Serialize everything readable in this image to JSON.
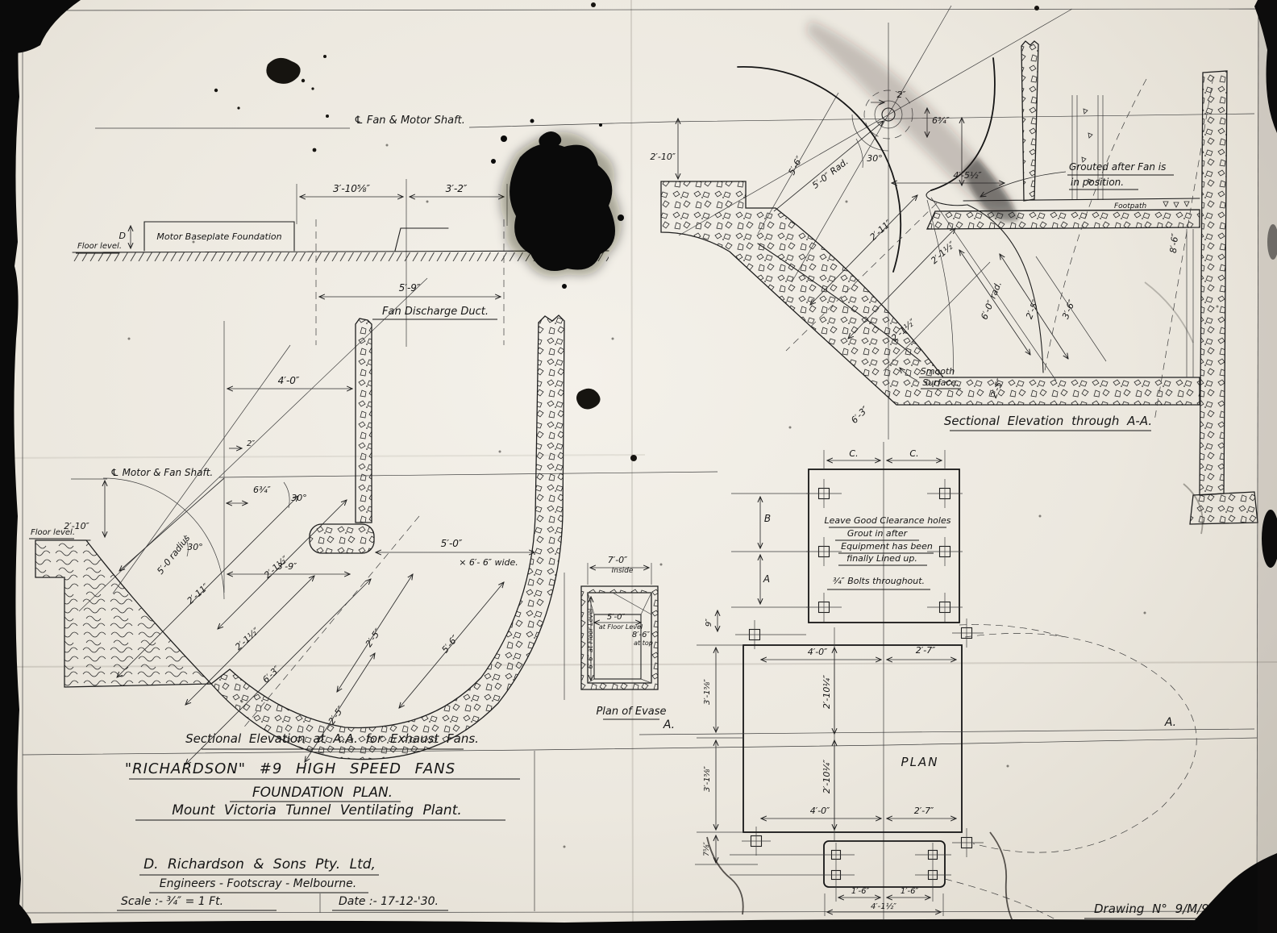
{
  "colors": {
    "paper": "#ECE8E0",
    "ink": "#1B1B1B"
  },
  "title_block": {
    "line1": "\"RICHARDSON\" #9 HIGH SPEED FANS",
    "line2": "FOUNDATION PLAN.",
    "line3": "Mount Victoria Tunnel Ventilating Plant.",
    "company1": "D. Richardson & Sons Pty. Ltd,",
    "company2": "Engineers - Footscray - Melbourne.",
    "scale": "Scale :- ¾″ = 1 Ft.",
    "date": "Date :- 17-12-'30.",
    "drawing_no": "Drawing N° 9/M/9"
  },
  "v1": {
    "centerline": "℄ Fan & Motor Shaft.",
    "dim_a": "3′-10⅝″",
    "dim_b": "3′-2″",
    "foundation": "Motor Baseplate Foundation",
    "d_label": "D",
    "floor": "Floor level.",
    "duct_dim": "5′-9″",
    "duct_label": "Fan Discharge Duct."
  },
  "v2": {
    "caption": "Sectional Elevation through A-A.",
    "dim_2": "2″",
    "dim_634": "6¾″",
    "dim_210": "2′-10″",
    "angle_30": "30°",
    "dim_56": "5′-6″",
    "rad_50": "5′-0″ Rad.",
    "dim_4505": "4′-5½″",
    "grout1": "Grouted after Fan is",
    "grout2": "in position.",
    "footpath": "Footpath",
    "dim_211": "2′-11″",
    "dim_2105a": "2′-1½″",
    "dim_2105b": "2′-1½″",
    "rad_60": "6′-0″ rad.",
    "dim_25a": "2′-5″",
    "dim_36": "3′-6″",
    "dim_25b": "2′-5″",
    "dim_63": "6′-3″",
    "smooth1": "Smooth",
    "smooth2": "Surface.",
    "rad_86": "8′-6″"
  },
  "v3": {
    "caption": "Sectional Elevation at A.A. for Exhaust Fans.",
    "centerline": "℄ Motor & Fan Shaft.",
    "dim_40": "4′-0″",
    "dim_2": "2″",
    "dim_634": "6¾″",
    "angle_30a": "30°",
    "angle_30b": "30°",
    "dim_210": "2′-10″",
    "rad_50": "5′-0 radius",
    "floor": "Floor level.",
    "dim_39": "3′-9″",
    "dim_50": "5′-0″",
    "wide": "× 6′- 6″ wide.",
    "dim_211": "2′-11″",
    "dim_2105a": "2′-1½″",
    "dim_2105b": "2′-1½″",
    "dim_63": "6′-3″",
    "dim_25a": "2′-5″",
    "dim_25b": "2′-5″",
    "dim_56": "5′-6″"
  },
  "v4": {
    "caption": "Plan of Evase",
    "dim_70": "7′-0″",
    "inside": "Inside",
    "dim_50": "5′-0″",
    "at_floor": "at Floor Level",
    "dim_86": "8′-6″",
    "at_top": "at top",
    "dim_66": "6′-6″ at Floor Level"
  },
  "v5": {
    "caption": "PLAN",
    "c1": "C.",
    "c2": "C.",
    "b": "B",
    "a": "A",
    "a_left": "A.",
    "a_right": "A.",
    "dim_9": "9″",
    "note1": "Leave Good Clearance holes",
    "note2": "Grout in after",
    "note3": "Equipment has been",
    "note4": "finally Lined up.",
    "note_bolts": "¾″ Bolts throughout.",
    "dim_40t": "4′-0″",
    "dim_27t": "2′-7″",
    "dim_2104a": "2′-10¼″",
    "dim_2104b": "2′-10¼″",
    "dim_3158a": "3′-1⅝″",
    "dim_3158b": "3′-1⅝″",
    "dim_758": "7⅝″",
    "dim_40b": "4′-0″",
    "dim_27b": "2′-7″",
    "dim_16a": "1′-6″",
    "dim_16b": "1′-6″",
    "dim_overall": "4′-1½″"
  }
}
